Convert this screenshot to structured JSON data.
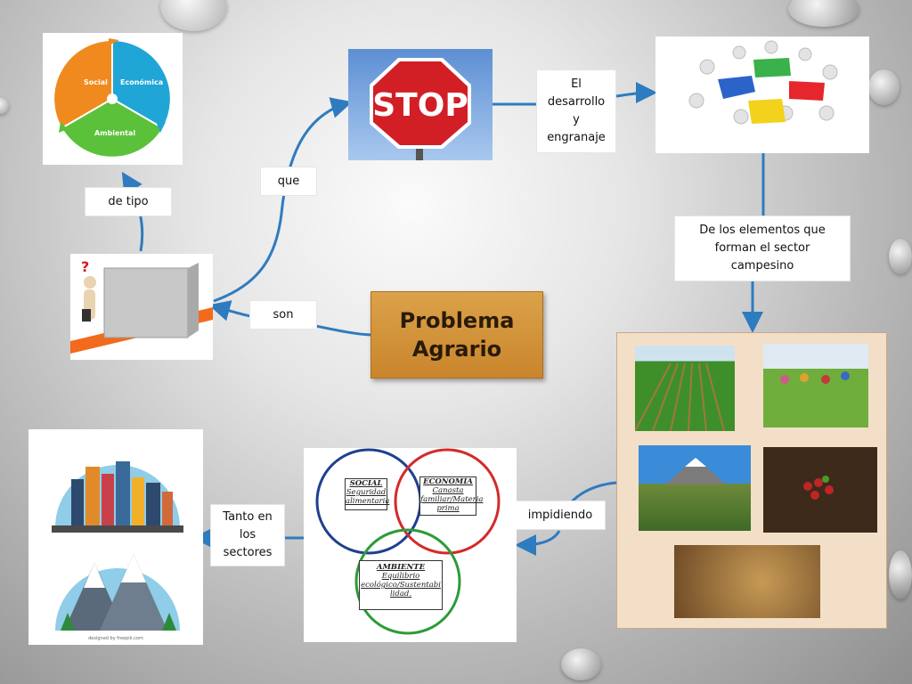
{
  "title": {
    "line1": "Problema",
    "line2": "Agrario"
  },
  "labels": {
    "que": "que",
    "de_tipo": "de tipo",
    "son": "son",
    "desarrollo": [
      "El",
      "desarrollo",
      "y",
      "engranaje"
    ],
    "elementos": [
      "De los elementos que",
      "forman el sector",
      "campesino"
    ],
    "impidiendo": "impidiendo",
    "tanto": [
      "Tanto en",
      "los",
      "sectores"
    ]
  },
  "cycle": {
    "social": "Social",
    "economica": "Económica",
    "ambiental": "Ambiental"
  },
  "stop_sign": "STOP",
  "venn": {
    "social": {
      "title": "SOCIAL",
      "line1": "Seguridad",
      "line2": "alimentaria"
    },
    "economia": {
      "title": "ECONOMÍA",
      "line1": "Canasta",
      "line2": "familiar/Materia",
      "line3": "prima"
    },
    "ambiente": {
      "title": "AMBIENTE",
      "line1": "Equilibrio",
      "line2": "ecológico/Sustentabi",
      "line3": "lidad."
    }
  },
  "credit": "designed by freepik.com",
  "colors": {
    "arrow": "#2e7bbf",
    "title_bg": "#d59a42",
    "venn_blue": "#1f3f8f",
    "venn_red": "#d42a2a",
    "venn_green": "#2e9a3a"
  }
}
